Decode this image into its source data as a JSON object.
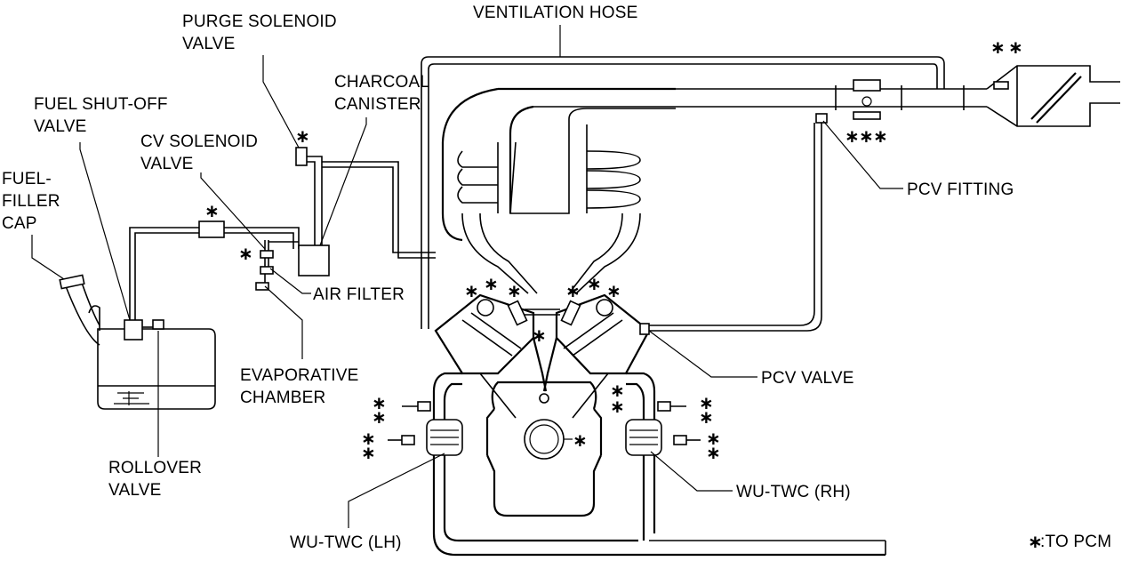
{
  "labels": {
    "purge_solenoid_valve": [
      "PURGE SOLENOID",
      "VALVE"
    ],
    "ventilation_hose": "VENTILATION HOSE",
    "charcoal_canister": [
      "CHARCOAL",
      "CANISTER"
    ],
    "fuel_shutoff_valve": [
      "FUEL SHUT-OFF",
      "VALVE"
    ],
    "cv_solenoid_valve": [
      "CV SOLENOID",
      "VALVE"
    ],
    "fuel_filler_cap": [
      "FUEL-",
      "FILLER",
      "CAP"
    ],
    "air_filter": "AIR FILTER",
    "evaporative_chamber": [
      "EVAPORATIVE",
      "CHAMBER"
    ],
    "rollover_valve": [
      "ROLLOVER",
      "VALVE"
    ],
    "wu_twc_lh": "WU-TWC (LH)",
    "wu_twc_rh": "WU-TWC (RH)",
    "pcv_fitting": "PCV FITTING",
    "pcv_valve": "PCV VALVE"
  },
  "legend": {
    "symbol": "∗",
    "text": ":TO PCM"
  },
  "pcm_marker": "∗"
}
